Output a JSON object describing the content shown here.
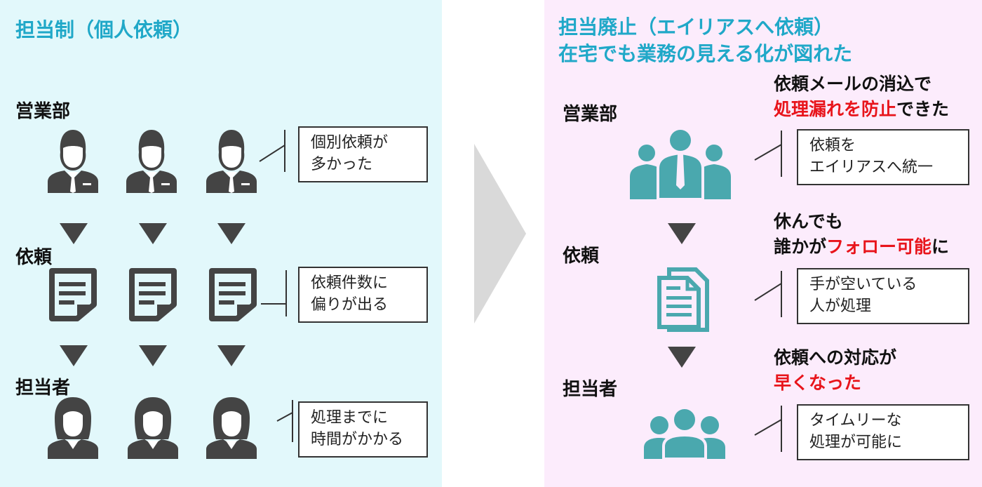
{
  "left": {
    "title": "担当制（個人依頼）",
    "labels": {
      "sales": "営業部",
      "request": "依頼",
      "assignee": "担当者"
    },
    "callouts": [
      {
        "line1": "個別依頼が",
        "line2": "多かった"
      },
      {
        "line1": "依頼件数に",
        "line2": "偏りが出る"
      },
      {
        "line1": "処理までに",
        "line2": "時間がかかる"
      }
    ]
  },
  "right": {
    "title_line1": "担当廃止（エイリアスへ依頼）",
    "title_line2": "在宅でも業務の見える化が図れた",
    "labels": {
      "sales": "営業部",
      "request": "依頼",
      "assignee": "担当者"
    },
    "notes": [
      {
        "line1": "依頼メールの消込で",
        "line2_highlight": "処理漏れを防止",
        "line2_rest": "できた"
      },
      {
        "line1": "休んでも",
        "line2_pre": "誰かが",
        "line2_highlight": "フォロー可能",
        "line2_post": "に"
      },
      {
        "line1": "依頼への対応が",
        "line2_highlight": "早くなった"
      }
    ],
    "callouts": [
      {
        "line1": "依頼を",
        "line2": "エイリアスへ統一"
      },
      {
        "line1": "手が空いている",
        "line2": "人が処理"
      },
      {
        "line1": "タイムリーな",
        "line2": "処理が可能に"
      }
    ]
  },
  "colors": {
    "left_bg": "#e2f8fb",
    "right_bg": "#fcecfc",
    "title": "#20a8c8",
    "highlight": "#e8141b",
    "icon_dark": "#444444",
    "icon_teal": "#4aa8ae",
    "arrow": "#d9d9d9"
  }
}
